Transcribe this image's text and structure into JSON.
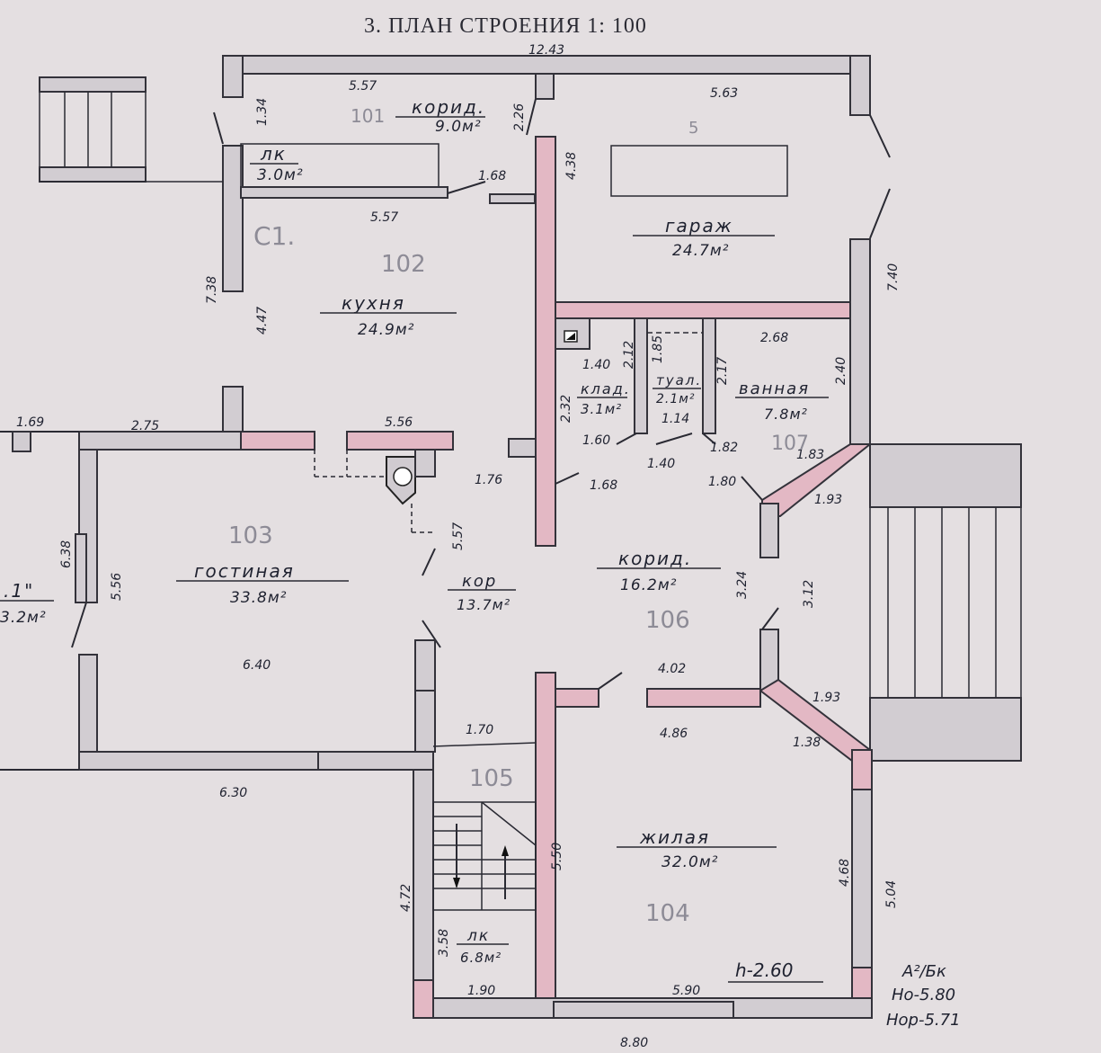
{
  "title": "3. ПЛАН СТРОЕНИЯ 1: 100",
  "dimensions": {
    "top_total": "12.43",
    "top_left": "5.57",
    "top_right": "5.63",
    "d_1_34": "1.34",
    "d_2_26": "2.26",
    "d_1_68_top": "1.68",
    "d_5_57_kitchen": "5.57",
    "d_4_38": "4.38",
    "d_7_38": "7.38",
    "d_4_47": "4.47",
    "d_7_40": "7.40",
    "d_2_68": "2.68",
    "d_2_40": "2.40",
    "d_1_40a": "1.40",
    "d_2_12": "2.12",
    "d_1_85": "1.85",
    "d_2_17": "2.17",
    "d_2_32": "2.32",
    "d_1_14": "1.14",
    "d_1_69": "1.69",
    "d_2_75": "2.75",
    "d_5_56_top": "5.56",
    "d_1_60": "1.60",
    "d_1_40b": "1.40",
    "d_1_82": "1.82",
    "d_1_83": "1.83",
    "d_1_76": "1.76",
    "d_1_68_mid": "1.68",
    "d_1_80": "1.80",
    "d_1_93_top": "1.93",
    "d_5_57_right": "5.57",
    "d_6_38": "6.38",
    "d_5_56_left": "5.56",
    "d_3_24": "3.24",
    "d_3_12": "3.12",
    "d_6_40": "6.40",
    "d_4_02": "4.02",
    "d_1_93_bot": "1.93",
    "d_1_70": "1.70",
    "d_4_86": "4.86",
    "d_1_38": "1.38",
    "d_6_30": "6.30",
    "d_5_50": "5.50",
    "d_4_68": "4.68",
    "d_5_04": "5.04",
    "d_4_72": "4.72",
    "d_3_58": "3.58",
    "d_1_90": "1.90",
    "d_5_90": "5.90",
    "d_8_80": "8.80"
  },
  "rooms": [
    {
      "id": "corridor-top",
      "name": "корид.",
      "area": "9.0м²"
    },
    {
      "id": "stair-top",
      "name": "лк",
      "area": "3.0м²"
    },
    {
      "id": "garage",
      "name": "гараж",
      "area": "24.7м²"
    },
    {
      "id": "kitchen",
      "name": "кухня",
      "area": "24.9м²"
    },
    {
      "id": "pantry",
      "name": "клад.",
      "area": "3.1м²"
    },
    {
      "id": "toilet",
      "name": "туал.",
      "area": "2.1м²"
    },
    {
      "id": "bathroom",
      "name": "ванная",
      "area": "7.8м²"
    },
    {
      "id": "living",
      "name": "гостиная",
      "area": "33.8м²"
    },
    {
      "id": "corridor-small",
      "name": "кор",
      "area": "13.7м²"
    },
    {
      "id": "corridor-main",
      "name": "корид.",
      "area": "16.2м²"
    },
    {
      "id": "residential",
      "name": "жилая",
      "area": "32.0м²"
    },
    {
      "id": "stair-bottom",
      "name": "лк",
      "area": "6.8м²"
    }
  ],
  "left_cut": {
    "name": ".1\"",
    "area": "3.2м²"
  },
  "pencil_numbers": {
    "n101": "101",
    "n102": "102",
    "n103": "103",
    "n104": "104",
    "n105": "105",
    "n106": "106",
    "n107": "107",
    "n5": "5",
    "n_c1": "С1."
  },
  "height_note": "h-2.60",
  "stamp": {
    "line1": "А²/Бк",
    "line2": "Но-5.80",
    "line3": "Нор-5.71"
  }
}
